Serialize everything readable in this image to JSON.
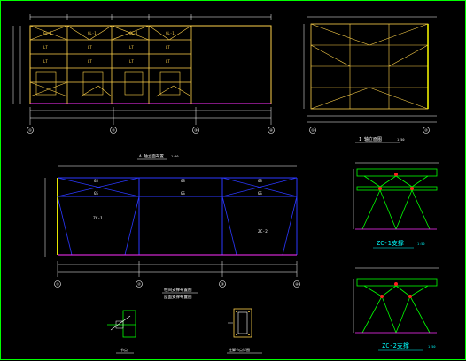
{
  "drawing": {
    "colors": {
      "background": "#000000",
      "frame": "#00ff00",
      "steel": "#ffd24a",
      "beam": "#2b38ff",
      "grid": "#ff30ff",
      "dim": "#ffffff",
      "accent": "#00ffff",
      "red": "#ff2020"
    },
    "labels": {
      "view2_label": "1 轴立面图",
      "view2_scale": "1:50",
      "plan_title": "A 轴立面布置",
      "plan_scale": "1:50",
      "plan_left": "ZC-1",
      "plan_right": "ZC-2",
      "plan_cap_line1": "柱间支撑布置图",
      "plan_cap_line2": "屋面支撑布置图",
      "zc1_title": "ZC-1支撑",
      "zc1_scale": "1:50",
      "zc2_title": "ZC-2支撑",
      "zc2_scale": "1:50",
      "node1_caption": "节点",
      "node2_caption": "柱脚节点详图",
      "plan_mid_mark": "GS"
    },
    "axes": {
      "view1": [
        "①",
        "②",
        "③",
        "④"
      ],
      "view2": [
        "①",
        "②"
      ],
      "plan": [
        "①",
        "②",
        "③",
        "④"
      ]
    }
  }
}
